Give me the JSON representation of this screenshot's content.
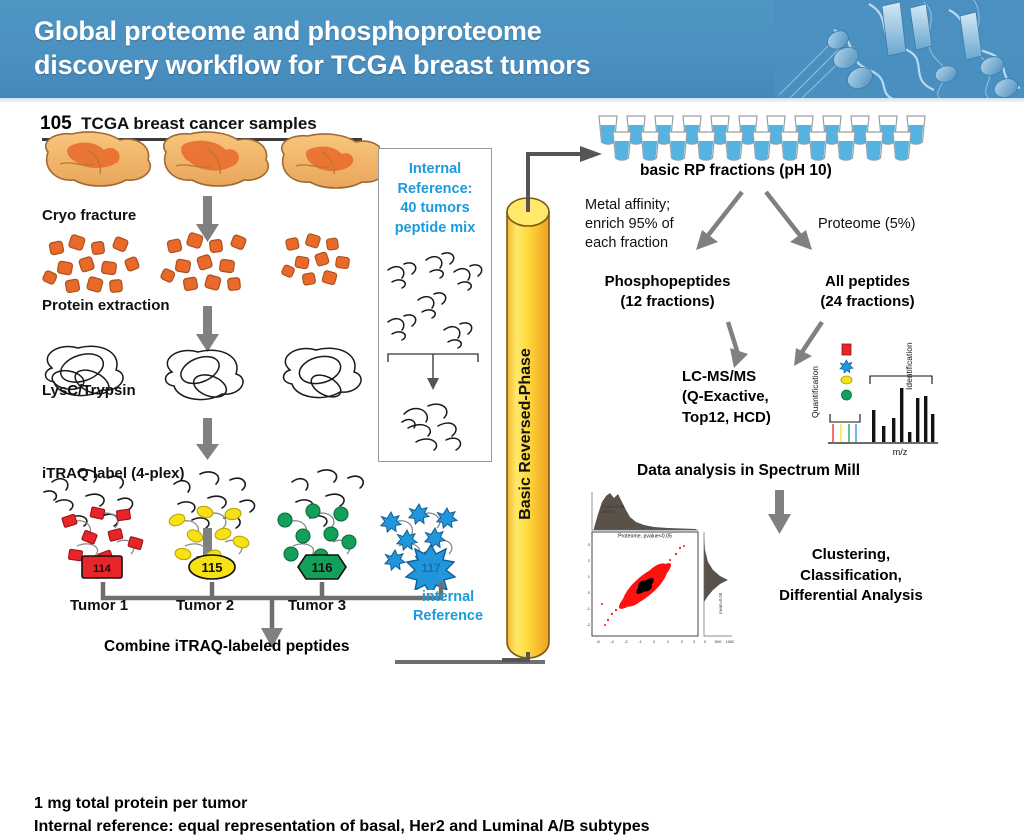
{
  "header": {
    "title_line1": "Global proteome and phosphoproteome",
    "title_line2": "discovery workflow for TCGA breast tumors",
    "bg_color": "#4a90c0",
    "art": "protein-ribbon-structure"
  },
  "left_workflow": {
    "count": "105",
    "samples_title": "TCGA breast cancer samples",
    "steps": [
      {
        "label": "Cryo fracture"
      },
      {
        "label": "Protein extraction"
      },
      {
        "label": "LysC/Trypsin"
      },
      {
        "label": "iTRAQ label (4-plex)"
      }
    ],
    "itraq_tags": [
      {
        "num": "114",
        "shape": "square",
        "color": "#e8262a",
        "sample": "Tumor 1"
      },
      {
        "num": "115",
        "shape": "oval",
        "color": "#f5e115",
        "sample": "Tumor 2"
      },
      {
        "num": "116",
        "shape": "hexagon",
        "color": "#13a05a",
        "sample": "Tumor 3"
      },
      {
        "num": "117",
        "shape": "star",
        "color": "#2196dd",
        "sample": "internal Reference"
      }
    ],
    "internal_reference_bottom_l1": "internal",
    "internal_reference_bottom_l2": "Reference",
    "combine_label": "Combine iTRAQ-labeled peptides"
  },
  "internal_reference_box": {
    "line1": "Internal",
    "line2": "Reference:",
    "line3": "40 tumors",
    "line4": "peptide mix"
  },
  "column": {
    "label": "Basic Reversed-Phase",
    "color_top": "#ffe14d",
    "color_bottom": "#f5a623"
  },
  "right_workflow": {
    "fractions_label": "basic RP fractions (pH 10)",
    "metal_affinity_l1": "Metal affinity;",
    "metal_affinity_l2": "enrich 95% of",
    "metal_affinity_l3": "each fraction",
    "proteome_label": "Proteome (5%)",
    "phospho_l1": "Phosphopeptides",
    "phospho_l2": "(12 fractions)",
    "allpep_l1": "All peptides",
    "allpep_l2": "(24 fractions)",
    "lcms_l1": "LC-MS/MS",
    "lcms_l2": "(Q-Exactive,",
    "lcms_l3": "Top12, HCD)",
    "spectrum_mill_label": "Data analysis in Spectrum Mill",
    "clustering_l1": "Clustering,",
    "clustering_l2": "Classification,",
    "clustering_l3": "Differential Analysis"
  },
  "spectrum_inset": {
    "quantification_label": "Quantification",
    "identification_label": "Identification",
    "xaxis_label": "m/z",
    "reporter_colors": [
      "#e8262a",
      "#2196dd",
      "#f5e115",
      "#13a05a"
    ]
  },
  "scatter_inset": {
    "title": "Proteome, pvalue<0.05",
    "point_color": "#ff0000",
    "highlight_color": "#000000"
  },
  "footer": {
    "line1": "1 mg total protein per tumor",
    "line2": "Internal reference: equal representation of basal, Her2 and Luminal A/B subtypes"
  }
}
